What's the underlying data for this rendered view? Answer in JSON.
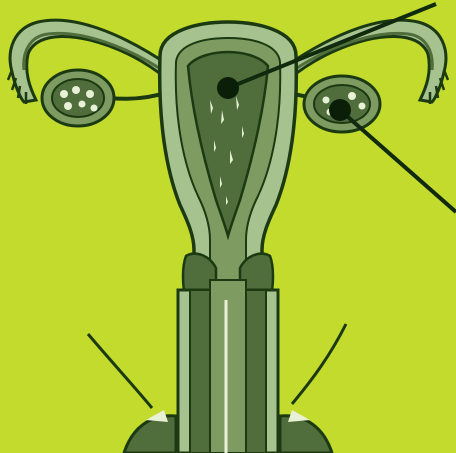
{
  "diagram": {
    "subject": "uterus-and-ovaries",
    "colors": {
      "background": "#c3db2c",
      "outline": "#1c3a12",
      "outer_tissue": "#a6c38f",
      "mid_tissue": "#7e9b62",
      "dark_tissue": "#4f6e3c",
      "highlight": "#e8f0d6",
      "pointer": "#0f2a0d",
      "marker": "#0b1f08"
    },
    "pointers": [
      {
        "target": "uterine-cavity"
      },
      {
        "target": "right-ovary"
      }
    ]
  }
}
